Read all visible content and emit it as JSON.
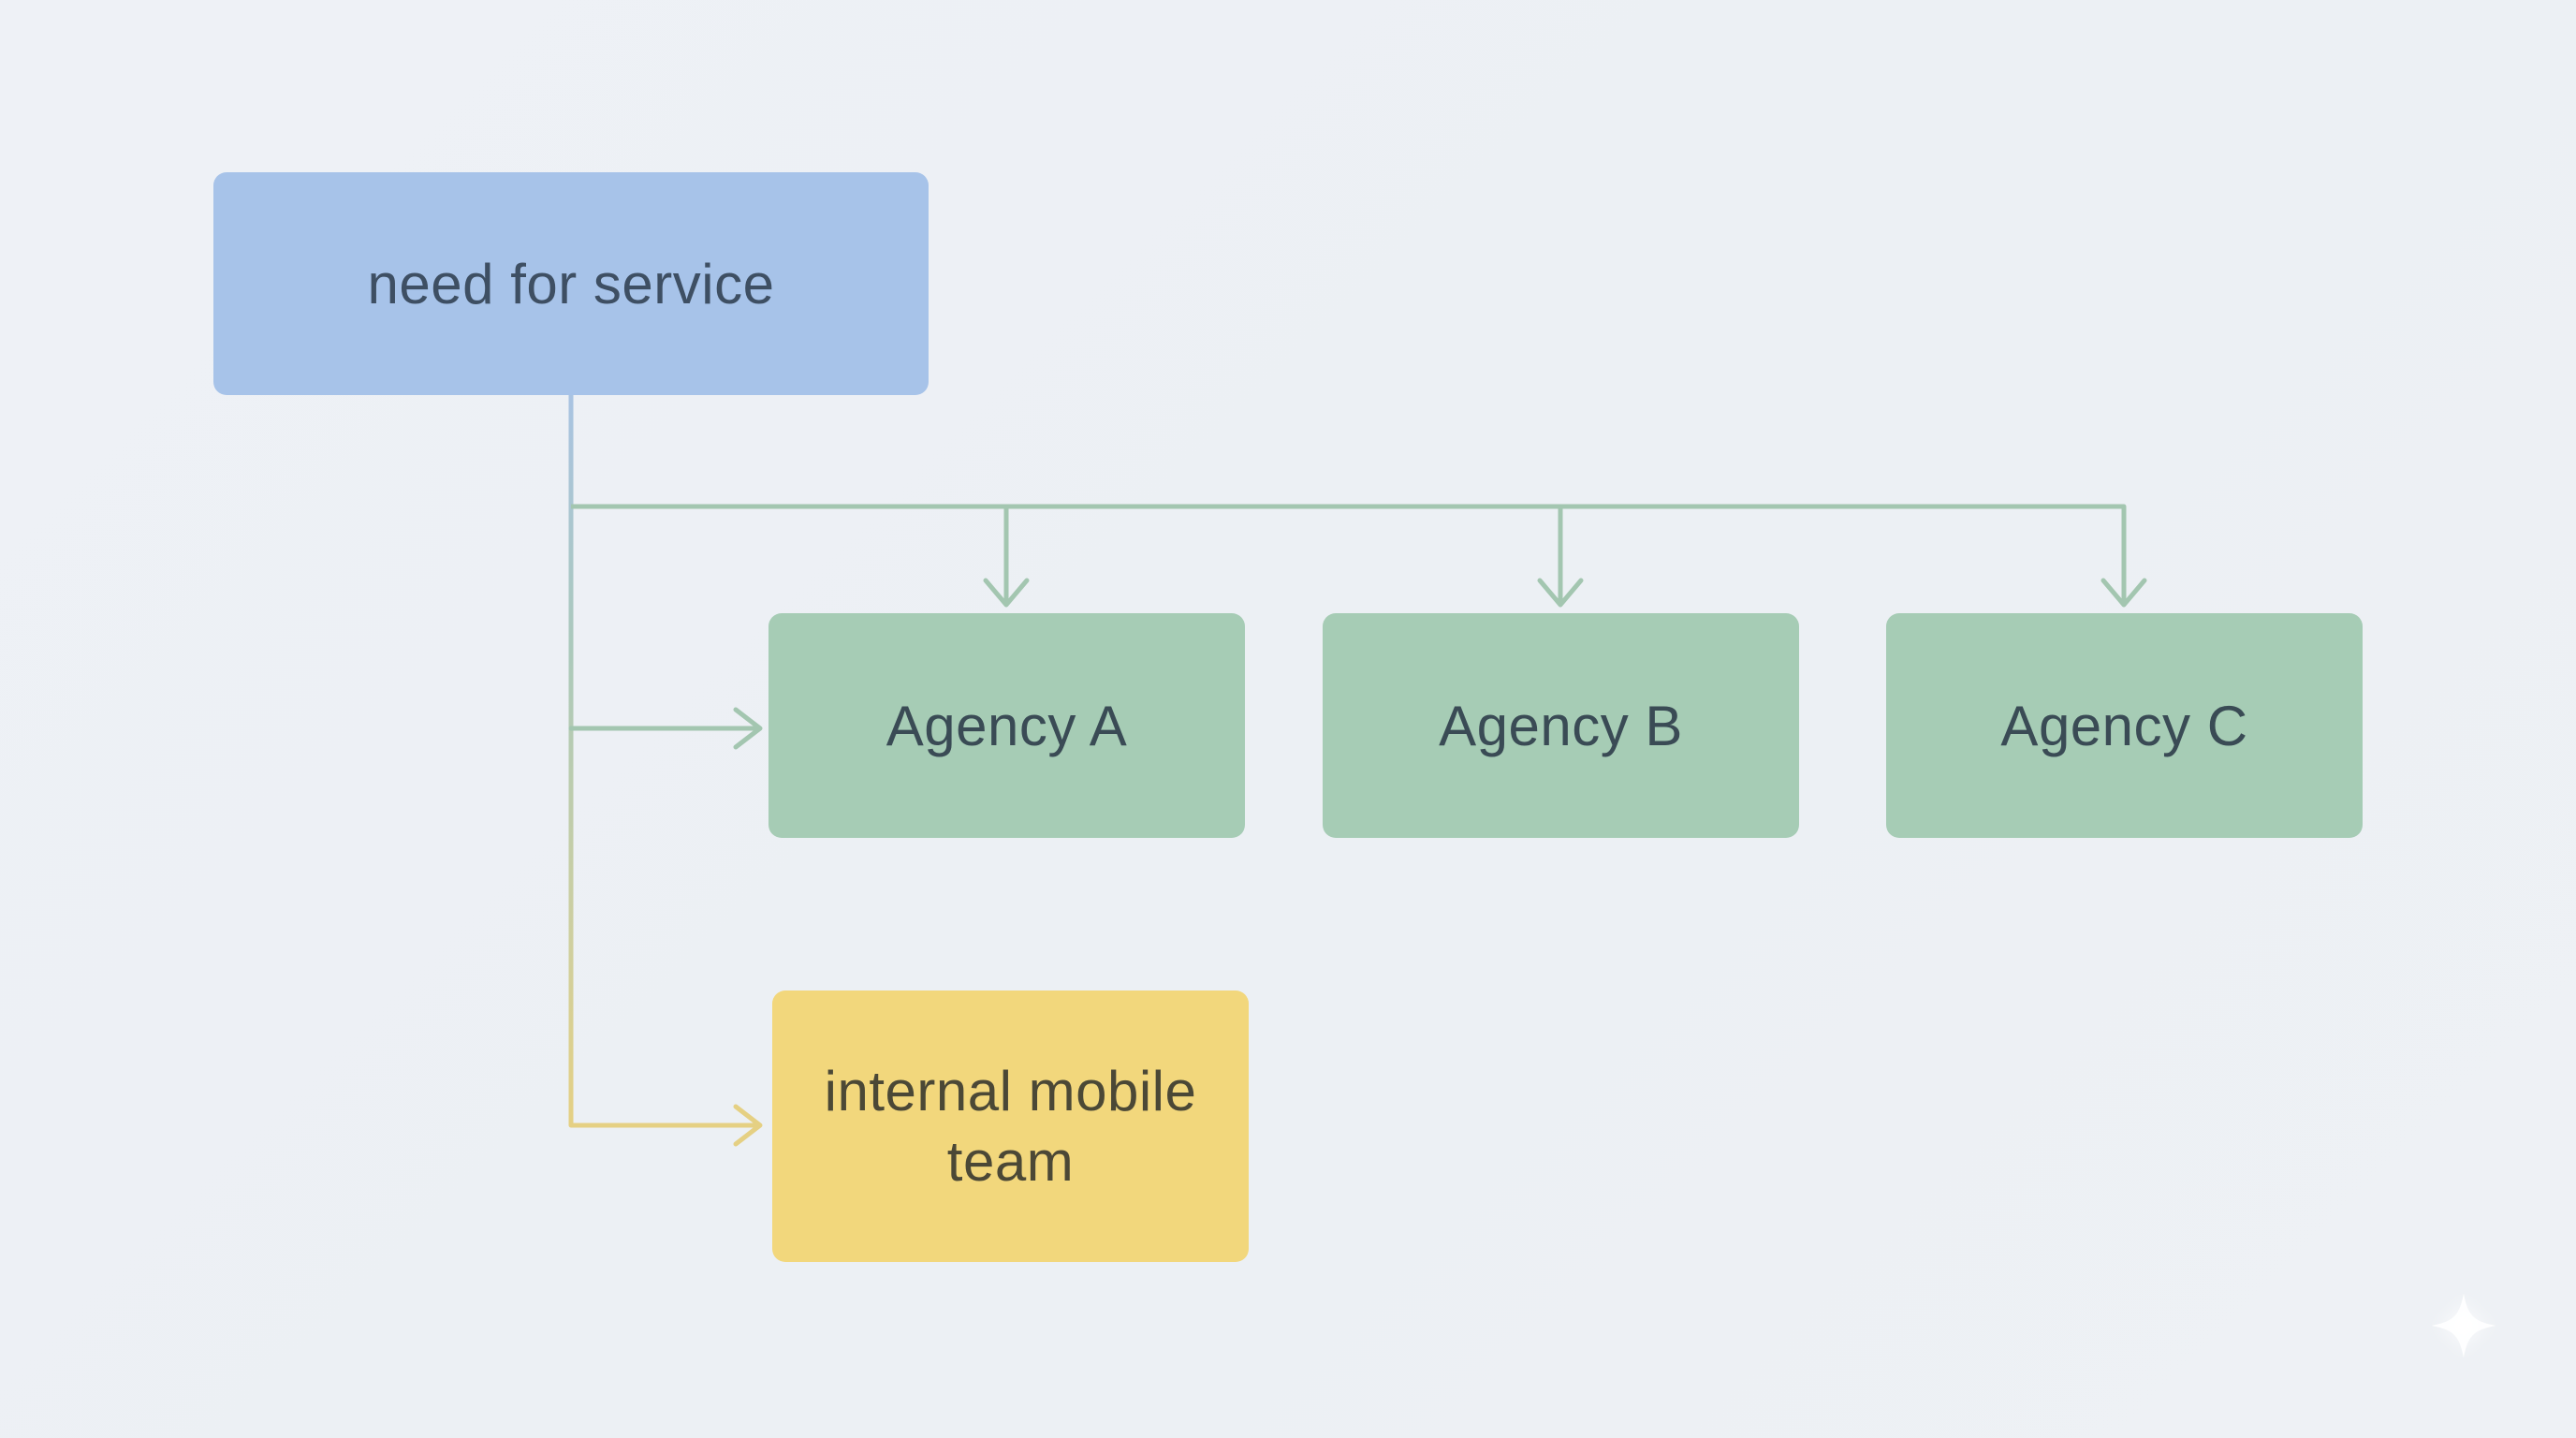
{
  "canvas": {
    "background_color": "#eef1f5"
  },
  "diagram": {
    "type": "flowchart",
    "nodes": [
      {
        "id": "need-for-service",
        "label": "need for service",
        "fill": "#a7c3e9",
        "text_color": "#3e4f63"
      },
      {
        "id": "agency-a",
        "label": "Agency A",
        "fill": "#a6ccb5",
        "text_color": "#3a4b55"
      },
      {
        "id": "agency-b",
        "label": "Agency B",
        "fill": "#a6ccb5",
        "text_color": "#3a4b55"
      },
      {
        "id": "agency-c",
        "label": "Agency C",
        "fill": "#a6ccb5",
        "text_color": "#3a4b55"
      },
      {
        "id": "internal-mobile-team",
        "label": "internal mobile team",
        "fill": "#f2d77c",
        "text_color": "#4b4836"
      }
    ],
    "edges": [
      {
        "from": "need-for-service",
        "to": "agency-a",
        "arrow": "down-into-top"
      },
      {
        "from": "need-for-service",
        "to": "agency-b",
        "arrow": "down-into-top"
      },
      {
        "from": "need-for-service",
        "to": "agency-c",
        "arrow": "down-into-top"
      },
      {
        "from": "need-for-service",
        "to": "agency-a",
        "arrow": "right-into-side"
      },
      {
        "from": "need-for-service",
        "to": "internal-mobile-team",
        "arrow": "right-into-side"
      }
    ],
    "connector_colors": {
      "blue": "#a9c3e2",
      "green": "#a3c6b0",
      "yellow": "#e5d083"
    }
  },
  "decorations": {
    "sparkle_icon": "four-point-star"
  }
}
